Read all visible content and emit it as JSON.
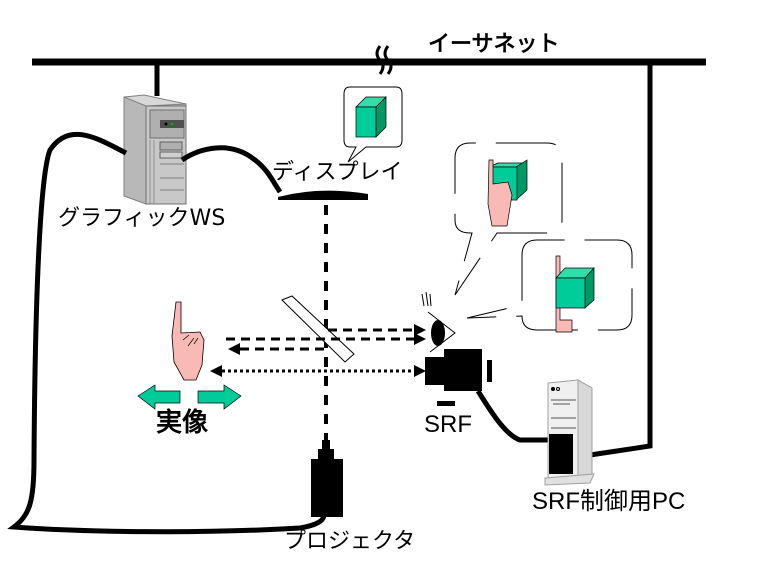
{
  "labels": {
    "ethernet": "イーサネット",
    "graphic_ws": "グラフィックWS",
    "display": "ディスプレイ",
    "real_image": "実像",
    "srf": "SRF",
    "projector": "プロジェクタ",
    "srf_control_pc": "SRF制御用PC"
  },
  "colors": {
    "line": "#000000",
    "cube_front": "#00cc99",
    "cube_top": "#33ddaa",
    "cube_side": "#009966",
    "skin": "#f9b9b4",
    "arrow_fill": "#00cc99",
    "pc_gray": "#c0c0c0"
  },
  "components": [
    {
      "id": "graphic-ws",
      "label_key": "graphic_ws",
      "type": "workstation"
    },
    {
      "id": "display",
      "label_key": "display",
      "type": "display-panel"
    },
    {
      "id": "projector",
      "label_key": "projector",
      "type": "projector"
    },
    {
      "id": "srf",
      "label_key": "srf",
      "type": "rangefinder-camera"
    },
    {
      "id": "srf-pc",
      "label_key": "srf_control_pc",
      "type": "pc"
    },
    {
      "id": "real-image",
      "label_key": "real_image",
      "type": "hand"
    }
  ],
  "connections": [
    {
      "from": "graphic-ws",
      "to": "ethernet"
    },
    {
      "from": "srf-pc",
      "to": "ethernet"
    },
    {
      "from": "graphic-ws",
      "to": "display"
    },
    {
      "from": "graphic-ws",
      "to": "projector"
    },
    {
      "from": "srf",
      "to": "srf-pc"
    }
  ]
}
